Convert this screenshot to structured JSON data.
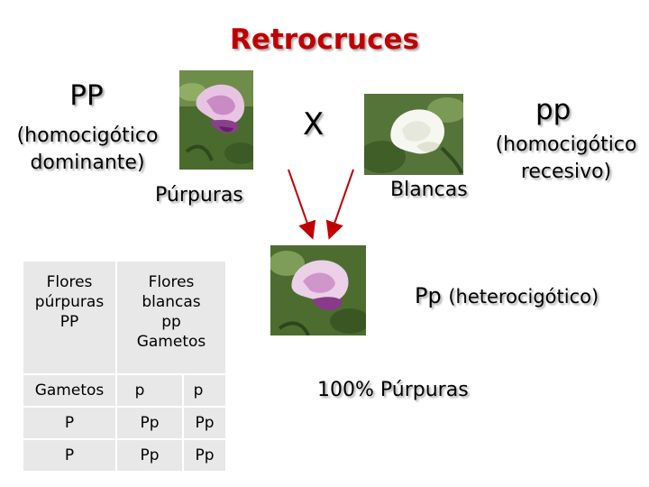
{
  "title": "Retrocruces",
  "dominant": {
    "genotype": "PP",
    "description_line1": "(homocigótico",
    "description_line2": "dominante)",
    "phenotype": "Púrpuras"
  },
  "cross_symbol": "X",
  "recessive": {
    "genotype": "pp",
    "description_line1": "(homocigótico",
    "description_line2": "recesivo)",
    "phenotype": "Blancas"
  },
  "offspring": {
    "genotype": "Pp",
    "description": "(heterocigótico)",
    "result": "100% Púrpuras"
  },
  "punnett": {
    "header_left": [
      "Flores",
      "púrpuras",
      "PP"
    ],
    "header_right": [
      "Flores",
      "blancas",
      "pp",
      "Gametos"
    ],
    "gametes_label": "Gametos",
    "col_gametes": [
      "p",
      "p"
    ],
    "rows": [
      {
        "gamete": "P",
        "cells": [
          "Pp",
          "Pp"
        ]
      },
      {
        "gamete": "P",
        "cells": [
          "Pp",
          "Pp"
        ]
      }
    ]
  },
  "colors": {
    "title": "#c00000",
    "arrow": "#c00000",
    "table_bg": "#e8e8e8"
  },
  "icons": {
    "purple_flower": "purple-pea-flower-photo",
    "white_flower": "white-pea-flower-photo",
    "offspring_flower": "purple-pea-flower-photo"
  }
}
